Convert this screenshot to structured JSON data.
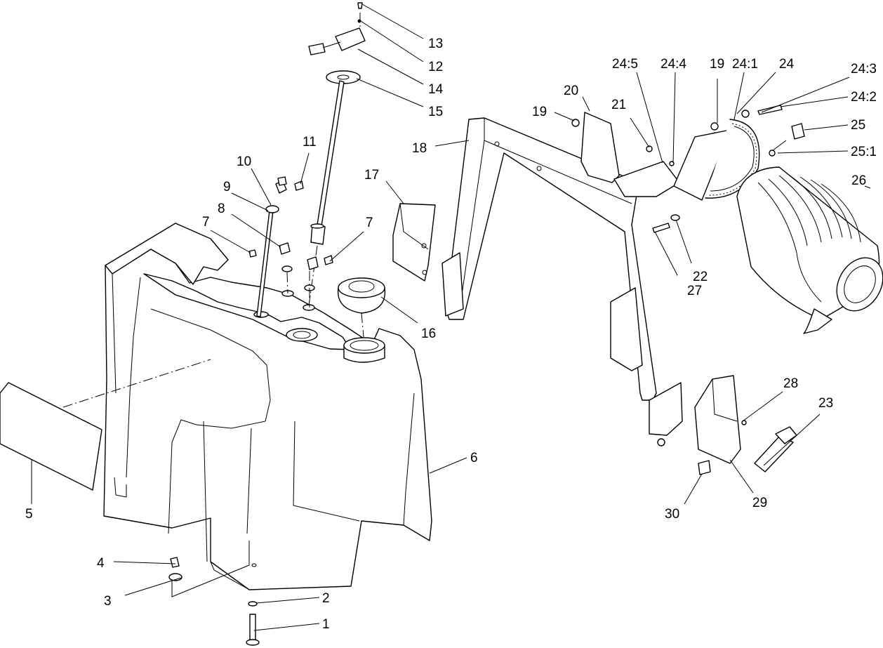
{
  "callouts": [
    {
      "id": "c1",
      "text": "1"
    },
    {
      "id": "c2",
      "text": "2"
    },
    {
      "id": "c3",
      "text": "3"
    },
    {
      "id": "c4",
      "text": "4"
    },
    {
      "id": "c5",
      "text": "5"
    },
    {
      "id": "c6",
      "text": "6"
    },
    {
      "id": "c7a",
      "text": "7"
    },
    {
      "id": "c7b",
      "text": "7"
    },
    {
      "id": "c8",
      "text": "8"
    },
    {
      "id": "c9",
      "text": "9"
    },
    {
      "id": "c10",
      "text": "10"
    },
    {
      "id": "c11",
      "text": "11"
    },
    {
      "id": "c12",
      "text": "12"
    },
    {
      "id": "c13",
      "text": "13"
    },
    {
      "id": "c14",
      "text": "14"
    },
    {
      "id": "c15",
      "text": "15"
    },
    {
      "id": "c16",
      "text": "16"
    },
    {
      "id": "c17",
      "text": "17"
    },
    {
      "id": "c18",
      "text": "18"
    },
    {
      "id": "c19a",
      "text": "19"
    },
    {
      "id": "c19b",
      "text": "19"
    },
    {
      "id": "c20",
      "text": "20"
    },
    {
      "id": "c21",
      "text": "21"
    },
    {
      "id": "c22",
      "text": "22"
    },
    {
      "id": "c23",
      "text": "23"
    },
    {
      "id": "c24",
      "text": "24"
    },
    {
      "id": "c24_1",
      "text": "24:1"
    },
    {
      "id": "c24_2",
      "text": "24:2"
    },
    {
      "id": "c24_3",
      "text": "24:3"
    },
    {
      "id": "c24_4",
      "text": "24:4"
    },
    {
      "id": "c24_5",
      "text": "24:5"
    },
    {
      "id": "c25",
      "text": "25"
    },
    {
      "id": "c25_1",
      "text": "25:1"
    },
    {
      "id": "c26",
      "text": "26"
    },
    {
      "id": "c27",
      "text": "27"
    },
    {
      "id": "c28",
      "text": "28"
    },
    {
      "id": "c29",
      "text": "29"
    },
    {
      "id": "c30",
      "text": "30"
    }
  ]
}
